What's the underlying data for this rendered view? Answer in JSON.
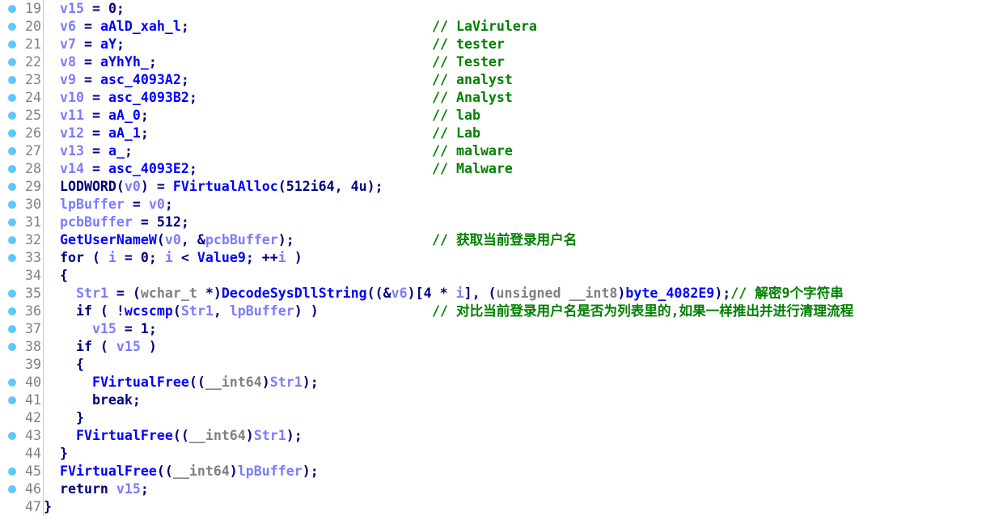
{
  "lines": [
    {
      "n": "19",
      "dot": true,
      "t": [
        [
          "p",
          "  "
        ],
        [
          "v",
          "v15"
        ],
        [
          "p",
          " = 0;"
        ]
      ]
    },
    {
      "n": "20",
      "dot": true,
      "t": [
        [
          "p",
          "  "
        ],
        [
          "v",
          "v6"
        ],
        [
          "p",
          " = "
        ],
        [
          "n",
          "aAlD_xah_l"
        ],
        [
          "p",
          ";"
        ]
      ],
      "c": "// LaVirulera"
    },
    {
      "n": "21",
      "dot": true,
      "t": [
        [
          "p",
          "  "
        ],
        [
          "v",
          "v7"
        ],
        [
          "p",
          " = "
        ],
        [
          "n",
          "aY"
        ],
        [
          "p",
          ";"
        ]
      ],
      "c": "// tester"
    },
    {
      "n": "22",
      "dot": true,
      "t": [
        [
          "p",
          "  "
        ],
        [
          "v",
          "v8"
        ],
        [
          "p",
          " = "
        ],
        [
          "n",
          "aYhYh_"
        ],
        [
          "p",
          ";"
        ]
      ],
      "c": "// Tester"
    },
    {
      "n": "23",
      "dot": true,
      "t": [
        [
          "p",
          "  "
        ],
        [
          "v",
          "v9"
        ],
        [
          "p",
          " = "
        ],
        [
          "n",
          "asc_4093A2"
        ],
        [
          "p",
          ";"
        ]
      ],
      "c": "// analyst"
    },
    {
      "n": "24",
      "dot": true,
      "t": [
        [
          "p",
          "  "
        ],
        [
          "v",
          "v10"
        ],
        [
          "p",
          " = "
        ],
        [
          "n",
          "asc_4093B2"
        ],
        [
          "p",
          ";"
        ]
      ],
      "c": "// Analyst"
    },
    {
      "n": "25",
      "dot": true,
      "t": [
        [
          "p",
          "  "
        ],
        [
          "v",
          "v11"
        ],
        [
          "p",
          " = "
        ],
        [
          "n",
          "aA_0"
        ],
        [
          "p",
          ";"
        ]
      ],
      "c": "// lab"
    },
    {
      "n": "26",
      "dot": true,
      "t": [
        [
          "p",
          "  "
        ],
        [
          "v",
          "v12"
        ],
        [
          "p",
          " = "
        ],
        [
          "n",
          "aA_1"
        ],
        [
          "p",
          ";"
        ]
      ],
      "c": "// Lab"
    },
    {
      "n": "27",
      "dot": true,
      "t": [
        [
          "p",
          "  "
        ],
        [
          "v",
          "v13"
        ],
        [
          "p",
          " = "
        ],
        [
          "n",
          "a_"
        ],
        [
          "p",
          ";"
        ]
      ],
      "c": "// malware"
    },
    {
      "n": "28",
      "dot": true,
      "t": [
        [
          "p",
          "  "
        ],
        [
          "v",
          "v14"
        ],
        [
          "p",
          " = "
        ],
        [
          "n",
          "asc_4093E2"
        ],
        [
          "p",
          ";"
        ]
      ],
      "c": "// Malware"
    },
    {
      "n": "29",
      "dot": true,
      "t": [
        [
          "p",
          "  LODWORD("
        ],
        [
          "v",
          "v0"
        ],
        [
          "p",
          ") = "
        ],
        [
          "n",
          "FVirtualAlloc"
        ],
        [
          "p",
          "(512i64, 4u);"
        ]
      ]
    },
    {
      "n": "30",
      "dot": true,
      "t": [
        [
          "p",
          "  "
        ],
        [
          "v",
          "lpBuffer"
        ],
        [
          "p",
          " = "
        ],
        [
          "v",
          "v0"
        ],
        [
          "p",
          ";"
        ]
      ]
    },
    {
      "n": "31",
      "dot": true,
      "t": [
        [
          "p",
          "  "
        ],
        [
          "v",
          "pcbBuffer"
        ],
        [
          "p",
          " = 512;"
        ]
      ]
    },
    {
      "n": "32",
      "dot": true,
      "t": [
        [
          "p",
          "  "
        ],
        [
          "n",
          "GetUserNameW"
        ],
        [
          "p",
          "("
        ],
        [
          "v",
          "v0"
        ],
        [
          "p",
          ", &"
        ],
        [
          "v",
          "pcbBuffer"
        ],
        [
          "p",
          ");"
        ]
      ],
      "c": "// 获取当前登录用户名"
    },
    {
      "n": "33",
      "dot": true,
      "t": [
        [
          "p",
          "  for ( "
        ],
        [
          "v",
          "i"
        ],
        [
          "p",
          " = 0; "
        ],
        [
          "v",
          "i"
        ],
        [
          "p",
          " < "
        ],
        [
          "n",
          "Value9"
        ],
        [
          "p",
          "; ++"
        ],
        [
          "v",
          "i"
        ],
        [
          "p",
          " )"
        ]
      ]
    },
    {
      "n": "34",
      "dot": false,
      "t": [
        [
          "p",
          "  {"
        ]
      ]
    },
    {
      "n": "35",
      "dot": true,
      "t": [
        [
          "p",
          "    "
        ],
        [
          "v",
          "Str1"
        ],
        [
          "p",
          " = ("
        ],
        [
          "t",
          "wchar_t"
        ],
        [
          "p",
          " *)"
        ],
        [
          "n",
          "DecodeSysDllString"
        ],
        [
          "p",
          "((&"
        ],
        [
          "v",
          "v6"
        ],
        [
          "p",
          ")[4 * "
        ],
        [
          "v",
          "i"
        ],
        [
          "p",
          "], ("
        ],
        [
          "t",
          "unsigned __int8"
        ],
        [
          "p",
          ")"
        ],
        [
          "n",
          "byte_4082E9"
        ],
        [
          "p",
          ");"
        ],
        [
          "c",
          "// 解密9个字符串"
        ]
      ]
    },
    {
      "n": "36",
      "dot": true,
      "t": [
        [
          "p",
          "    if ( !"
        ],
        [
          "n",
          "wcscmp"
        ],
        [
          "p",
          "("
        ],
        [
          "v",
          "Str1"
        ],
        [
          "p",
          ", "
        ],
        [
          "v",
          "lpBuffer"
        ],
        [
          "p",
          ") )"
        ]
      ],
      "c": "// 对比当前登录用户名是否为列表里的,如果一样推出并进行清理流程"
    },
    {
      "n": "37",
      "dot": true,
      "t": [
        [
          "p",
          "      "
        ],
        [
          "v",
          "v15"
        ],
        [
          "p",
          " = 1;"
        ]
      ]
    },
    {
      "n": "38",
      "dot": true,
      "t": [
        [
          "p",
          "    if ( "
        ],
        [
          "v",
          "v15"
        ],
        [
          "p",
          " )"
        ]
      ]
    },
    {
      "n": "39",
      "dot": false,
      "t": [
        [
          "p",
          "    {"
        ]
      ]
    },
    {
      "n": "40",
      "dot": true,
      "t": [
        [
          "p",
          "      "
        ],
        [
          "n",
          "FVirtualFree"
        ],
        [
          "p",
          "(("
        ],
        [
          "t",
          "__int64"
        ],
        [
          "p",
          ")"
        ],
        [
          "v",
          "Str1"
        ],
        [
          "p",
          ");"
        ]
      ]
    },
    {
      "n": "41",
      "dot": true,
      "t": [
        [
          "p",
          "      break;"
        ]
      ]
    },
    {
      "n": "42",
      "dot": false,
      "t": [
        [
          "p",
          "    }"
        ]
      ]
    },
    {
      "n": "43",
      "dot": true,
      "t": [
        [
          "p",
          "    "
        ],
        [
          "n",
          "FVirtualFree"
        ],
        [
          "p",
          "(("
        ],
        [
          "t",
          "__int64"
        ],
        [
          "p",
          ")"
        ],
        [
          "v",
          "Str1"
        ],
        [
          "p",
          ");"
        ]
      ]
    },
    {
      "n": "44",
      "dot": false,
      "t": [
        [
          "p",
          "  }"
        ]
      ]
    },
    {
      "n": "45",
      "dot": true,
      "t": [
        [
          "p",
          "  "
        ],
        [
          "n",
          "FVirtualFree"
        ],
        [
          "p",
          "(("
        ],
        [
          "t",
          "__int64"
        ],
        [
          "p",
          ")"
        ],
        [
          "v",
          "lpBuffer"
        ],
        [
          "p",
          ");"
        ]
      ]
    },
    {
      "n": "46",
      "dot": true,
      "t": [
        [
          "p",
          "  return "
        ],
        [
          "v",
          "v15"
        ],
        [
          "p",
          ";"
        ]
      ]
    },
    {
      "n": "47",
      "dot": false,
      "t": [
        [
          "p",
          "}"
        ]
      ]
    }
  ]
}
